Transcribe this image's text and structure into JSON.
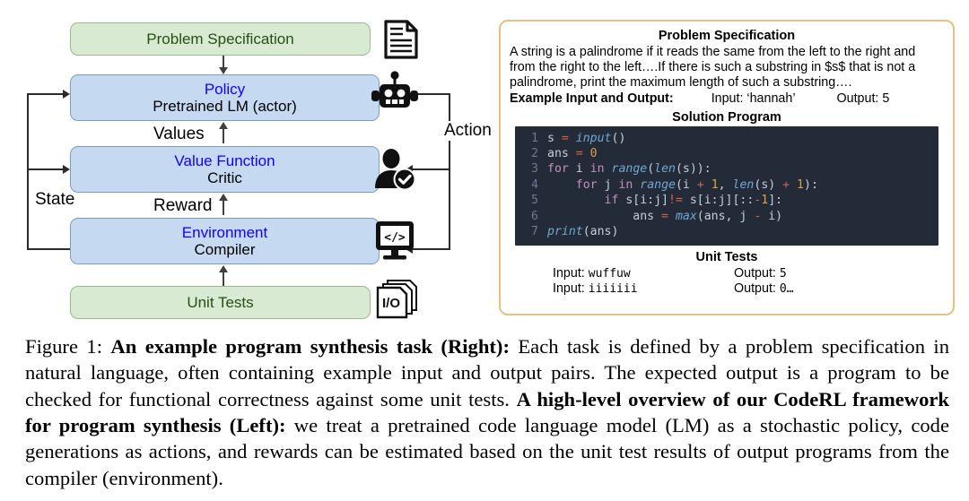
{
  "diagram": {
    "nodes": [
      {
        "id": "problem-specification",
        "title": "Problem Specification",
        "subtitle": "",
        "kind": "green",
        "icon": "document-icon"
      },
      {
        "id": "policy",
        "title": "Policy",
        "subtitle": "Pretrained LM (actor)",
        "kind": "blue",
        "icon": "robot-icon"
      },
      {
        "id": "value-function",
        "title": "Value Function",
        "subtitle": "Critic",
        "kind": "blue",
        "icon": "critic-person-check-icon"
      },
      {
        "id": "environment",
        "title": "Environment",
        "subtitle": "Compiler",
        "kind": "blue",
        "icon": "monitor-code-icon"
      },
      {
        "id": "unit-tests",
        "title": "Unit Tests",
        "subtitle": "",
        "kind": "green",
        "icon": "io-pages-icon"
      }
    ],
    "edge_labels": {
      "values": "Values",
      "reward": "Reward",
      "state": "State",
      "action": "Action"
    },
    "icon_labels": {
      "io": "I/O",
      "code": "</>"
    },
    "colors": {
      "green_fill": "#d9ead3",
      "green_text": "#274e13",
      "blue_fill": "#c5d9f1",
      "blue_text": "#1200ff",
      "panel_border": "#e8c07a",
      "code_bg": "#242b38"
    }
  },
  "panel": {
    "spec": {
      "heading": "Problem Specification",
      "body": "A string is a palindrome if it reads the same from the left to the right and from the right to the left….If there is such a substring in $s$ that is not a palindrome, print the maximum length of such a substring….",
      "example_label": "Example Input and Output:",
      "example_input": "Input: ‘hannah’",
      "example_output": "Output: 5"
    },
    "solution": {
      "heading": "Solution Program",
      "lines": [
        {
          "n": "1",
          "tokens": [
            {
              "t": "s ",
              "c": "pl"
            },
            {
              "t": "=",
              "c": "op"
            },
            {
              "t": " ",
              "c": "pl"
            },
            {
              "t": "input",
              "c": "fn"
            },
            {
              "t": "()",
              "c": "pl"
            }
          ]
        },
        {
          "n": "2",
          "tokens": [
            {
              "t": "ans ",
              "c": "pl"
            },
            {
              "t": "=",
              "c": "op"
            },
            {
              "t": " ",
              "c": "pl"
            },
            {
              "t": "0",
              "c": "num"
            }
          ]
        },
        {
          "n": "3",
          "tokens": [
            {
              "t": "for",
              "c": "k"
            },
            {
              "t": " i ",
              "c": "pl"
            },
            {
              "t": "in",
              "c": "k"
            },
            {
              "t": " ",
              "c": "pl"
            },
            {
              "t": "range",
              "c": "fn"
            },
            {
              "t": "(",
              "c": "pl"
            },
            {
              "t": "len",
              "c": "fn"
            },
            {
              "t": "(s)):",
              "c": "pl"
            }
          ]
        },
        {
          "n": "4",
          "tokens": [
            {
              "t": "    ",
              "c": "pl"
            },
            {
              "t": "for",
              "c": "k"
            },
            {
              "t": " j ",
              "c": "pl"
            },
            {
              "t": "in",
              "c": "k"
            },
            {
              "t": " ",
              "c": "pl"
            },
            {
              "t": "range",
              "c": "fn"
            },
            {
              "t": "(i ",
              "c": "pl"
            },
            {
              "t": "+",
              "c": "op"
            },
            {
              "t": " ",
              "c": "pl"
            },
            {
              "t": "1",
              "c": "num"
            },
            {
              "t": ", ",
              "c": "pl"
            },
            {
              "t": "len",
              "c": "fn"
            },
            {
              "t": "(s) ",
              "c": "pl"
            },
            {
              "t": "+",
              "c": "op"
            },
            {
              "t": " ",
              "c": "pl"
            },
            {
              "t": "1",
              "c": "num"
            },
            {
              "t": "):",
              "c": "pl"
            }
          ]
        },
        {
          "n": "5",
          "tokens": [
            {
              "t": "        ",
              "c": "pl"
            },
            {
              "t": "if",
              "c": "k"
            },
            {
              "t": " s[i:j]",
              "c": "pl"
            },
            {
              "t": "!=",
              "c": "op"
            },
            {
              "t": " s[i:j][::",
              "c": "pl"
            },
            {
              "t": "-",
              "c": "op"
            },
            {
              "t": "1",
              "c": "num"
            },
            {
              "t": "]:",
              "c": "pl"
            }
          ]
        },
        {
          "n": "6",
          "tokens": [
            {
              "t": "            ans ",
              "c": "pl"
            },
            {
              "t": "=",
              "c": "op"
            },
            {
              "t": " ",
              "c": "pl"
            },
            {
              "t": "max",
              "c": "fn"
            },
            {
              "t": "(ans, j ",
              "c": "pl"
            },
            {
              "t": "-",
              "c": "op"
            },
            {
              "t": " i)",
              "c": "pl"
            }
          ]
        },
        {
          "n": "7",
          "tokens": [
            {
              "t": "print",
              "c": "fn"
            },
            {
              "t": "(ans)",
              "c": "pl"
            }
          ]
        }
      ]
    },
    "unit_tests": {
      "heading": "Unit Tests",
      "rows": [
        {
          "input_label": "Input: ",
          "input_value": "wuffuw",
          "output_label": "Output: ",
          "output_value": "5"
        },
        {
          "input_label": "Input: ",
          "input_value": "iiiiiii",
          "output_label": "Output: ",
          "output_value": "0…"
        }
      ]
    }
  },
  "caption": {
    "figure_label": "Figure 1:",
    "bold_1": "An example program synthesis task (Right):",
    "text_1": " Each task is defined by a problem specification in natural language, often containing example input and output pairs. The expected output is a program to be checked for functional correctness against some unit tests. ",
    "bold_2": "A high-level overview of our CodeRL framework for program synthesis (Left):",
    "text_2": " we treat a pretrained code language model (LM) as a stochastic policy, code generations as actions, and rewards can be estimated based on the unit test results of output programs from the compiler (environment)."
  }
}
